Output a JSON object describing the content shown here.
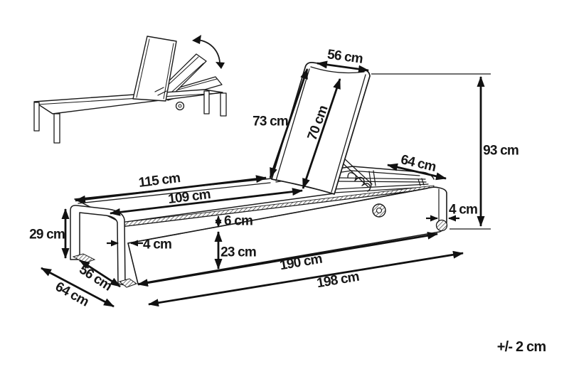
{
  "diagram": {
    "type": "product-dimension-drawing",
    "subject": "adjustable sun lounger",
    "colors": {
      "line": "#1a1a1a",
      "background": "#ffffff"
    },
    "labels": {
      "backrest_width": "56 cm",
      "backrest_length_outer": "73 cm",
      "backrest_length_inner": "70 cm",
      "total_height": "93 cm",
      "head_section_width": "64 cm",
      "seat_length_outer": "115 cm",
      "seat_length_inner": "109 cm",
      "rail_thickness": "6 cm",
      "leg_height": "29 cm",
      "leg_tube_left": "4 cm",
      "side_depth": "23 cm",
      "foot_end_width": "56 cm",
      "foot_end_depth": "64 cm",
      "base_length": "190 cm",
      "total_length": "198 cm",
      "leg_tube_right": "4 cm",
      "tolerance": "+/- 2 cm"
    }
  }
}
